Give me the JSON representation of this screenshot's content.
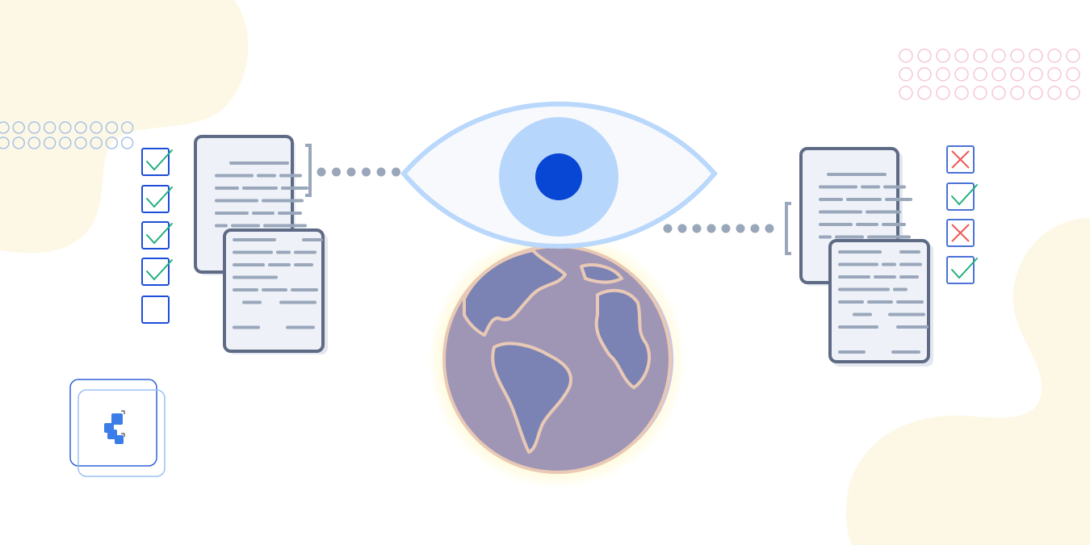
{
  "colors": {
    "background": "#ffffff",
    "blob": "#fdf8e6",
    "doc_stroke": "#5f6b85",
    "doc_fill": "#eef2f8",
    "doc_lines": "#9aa7bb",
    "checkbox": "#1d4ed8",
    "check": "#22b07d",
    "cross": "#ef5a5a",
    "eye_outline": "#b9d8fb",
    "iris": "#b7d6fb",
    "pupil": "#0847d4",
    "globe_ocean": "#9f96b6",
    "globe_land": "#7b83b4",
    "globe_outline": "#e9c9b5",
    "logo": "#3b7de8"
  },
  "left_checklist": [
    "checked",
    "checked",
    "checked",
    "checked",
    "unchecked"
  ],
  "right_checklist": [
    "cross",
    "check",
    "cross",
    "check"
  ]
}
